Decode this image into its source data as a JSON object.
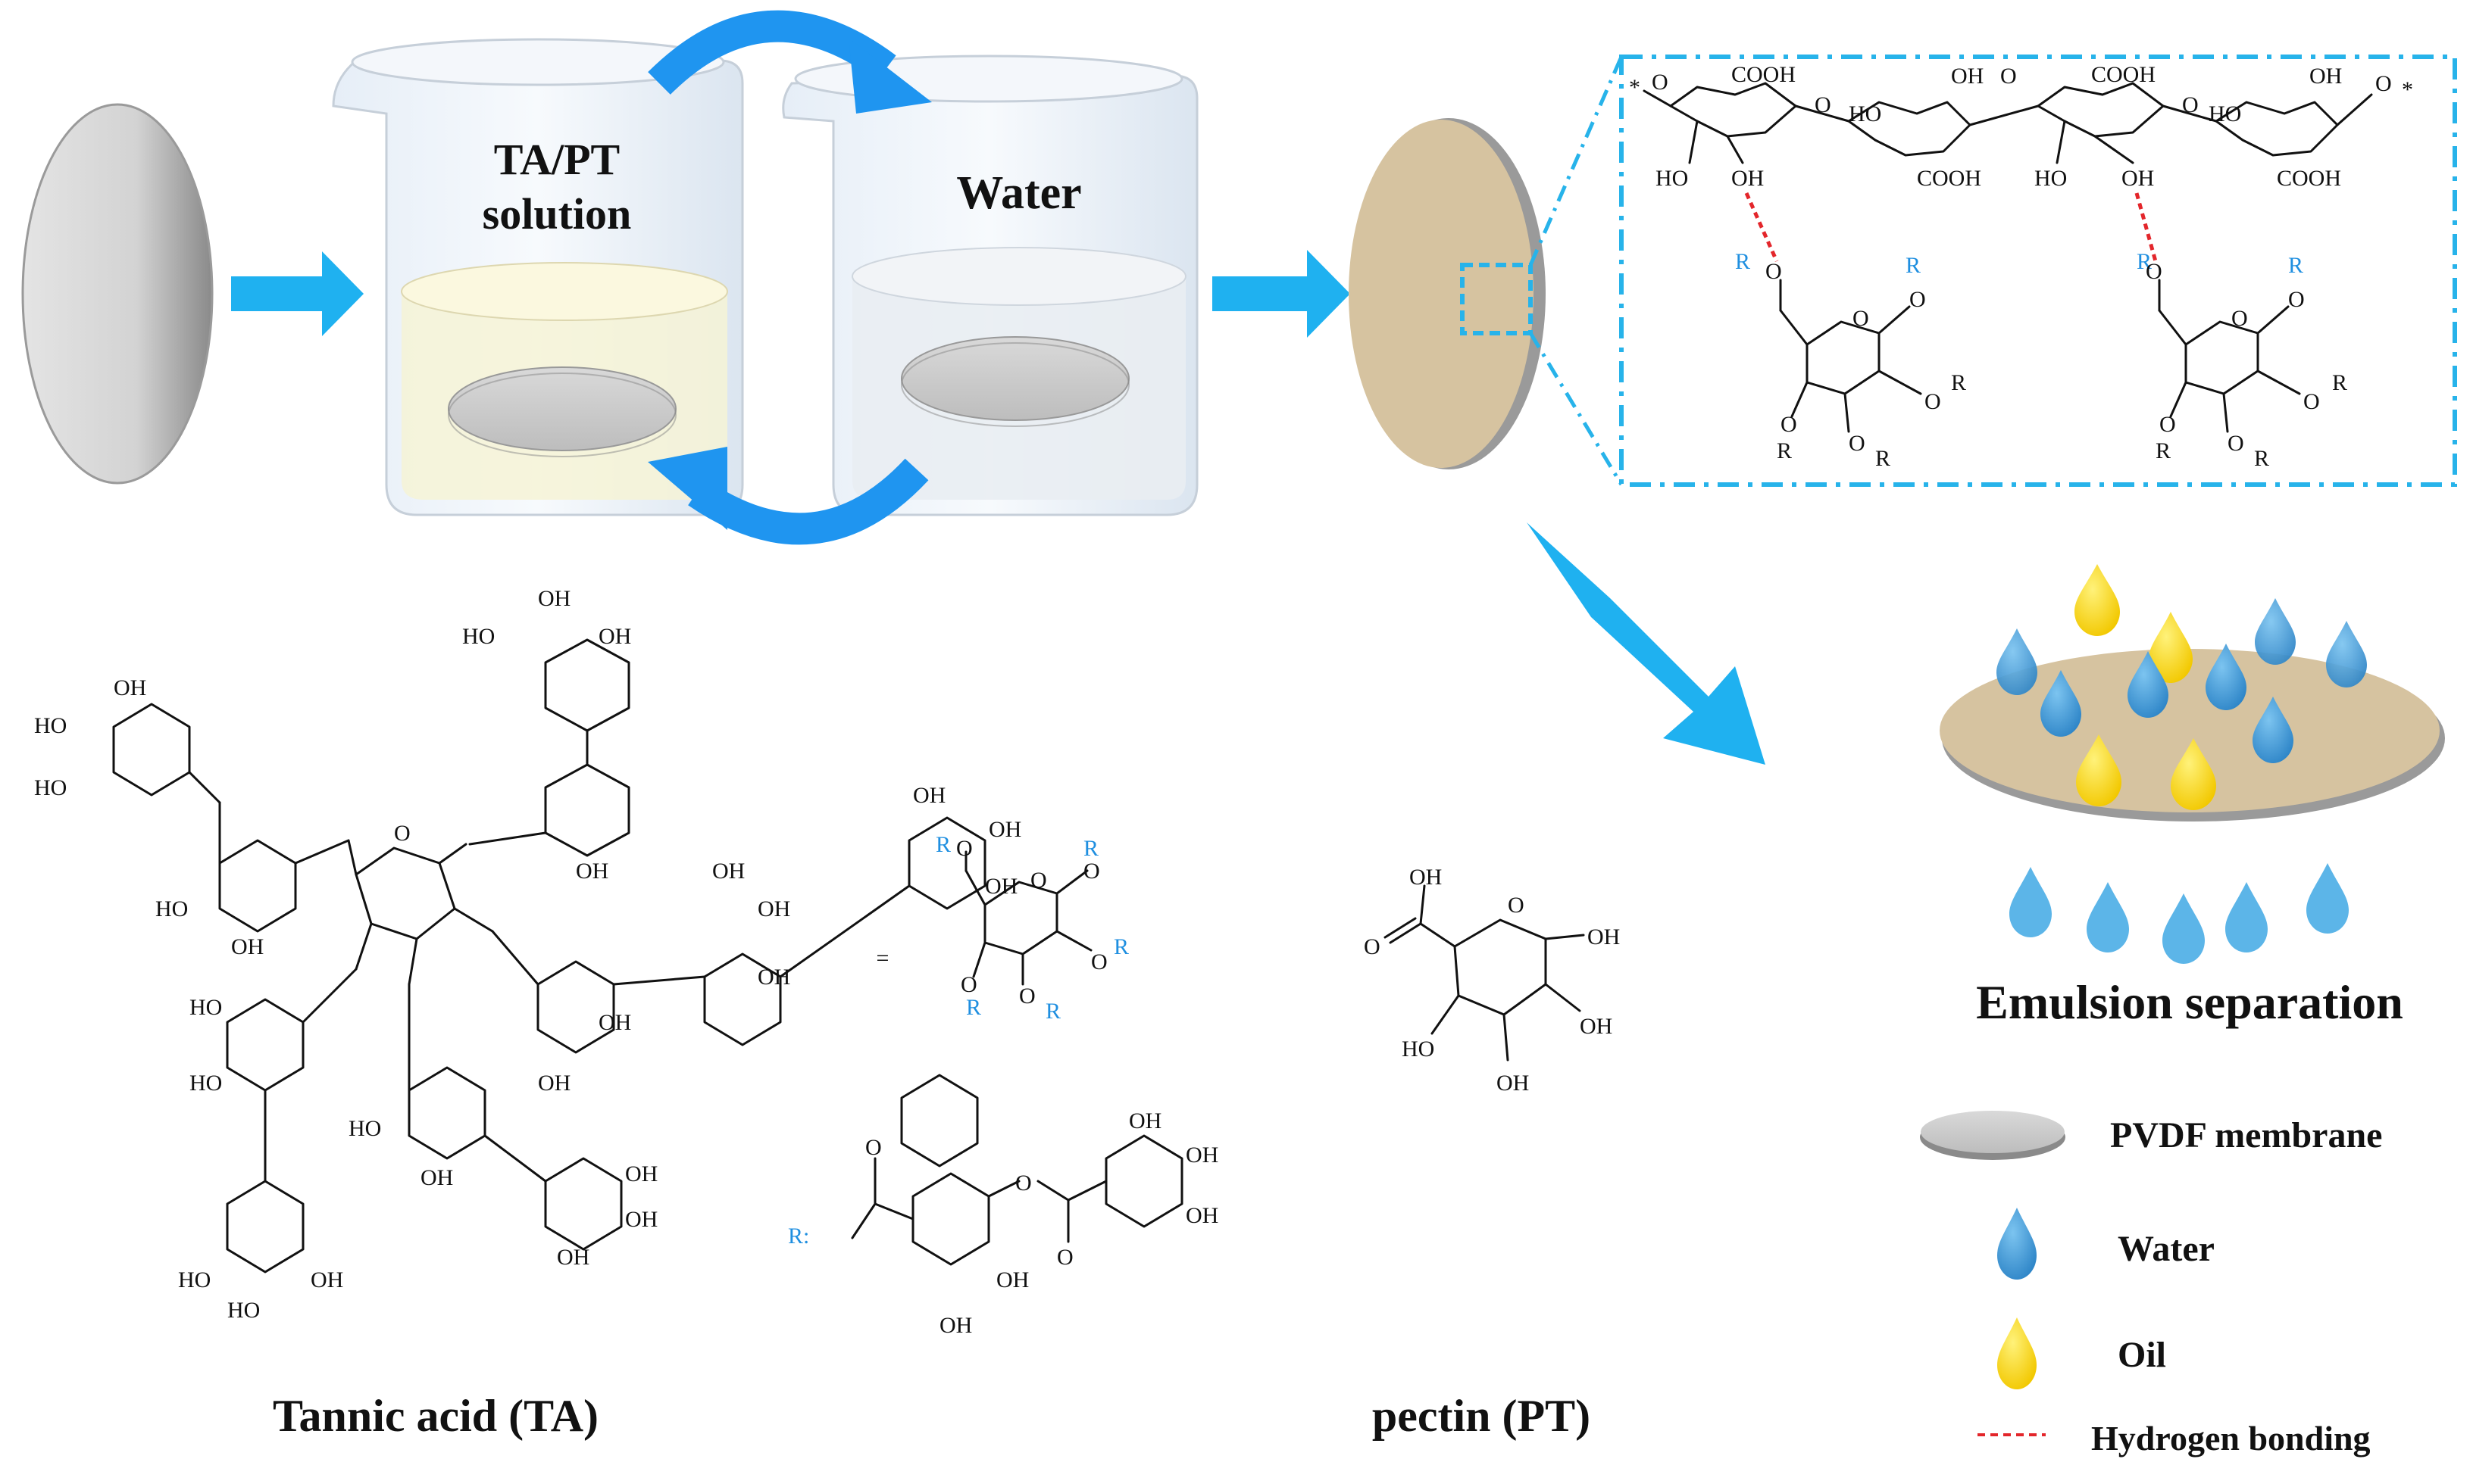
{
  "beaker1": {
    "label_line1": "TA/PT",
    "label_line2": "solution"
  },
  "beaker2": {
    "label": "Water"
  },
  "section_titles": {
    "tannic_acid": "Tannic acid (TA)",
    "pectin": "pectin (PT)",
    "emulsion": "Emulsion separation"
  },
  "legend": {
    "items": [
      {
        "label": "PVDF membrane"
      },
      {
        "label": "Water"
      },
      {
        "label": "Oil"
      },
      {
        "label": "Hydrogen bonding"
      }
    ]
  },
  "chem": {
    "oh": "OH",
    "ho": "HO",
    "cooh": "COOH",
    "o": "O",
    "r": "R",
    "r_colon": "R:",
    "equals": "=",
    "star": "*"
  },
  "colors": {
    "arrow_blue": "#1fb1f0",
    "coated_membrane": "#d6c3a0",
    "water_drop": "#4aa8e0",
    "oil_drop": "#f7dd00",
    "hbond_red": "#e3262b",
    "dash_box": "#27b3ea",
    "r_blue": "#1f8fe0"
  }
}
